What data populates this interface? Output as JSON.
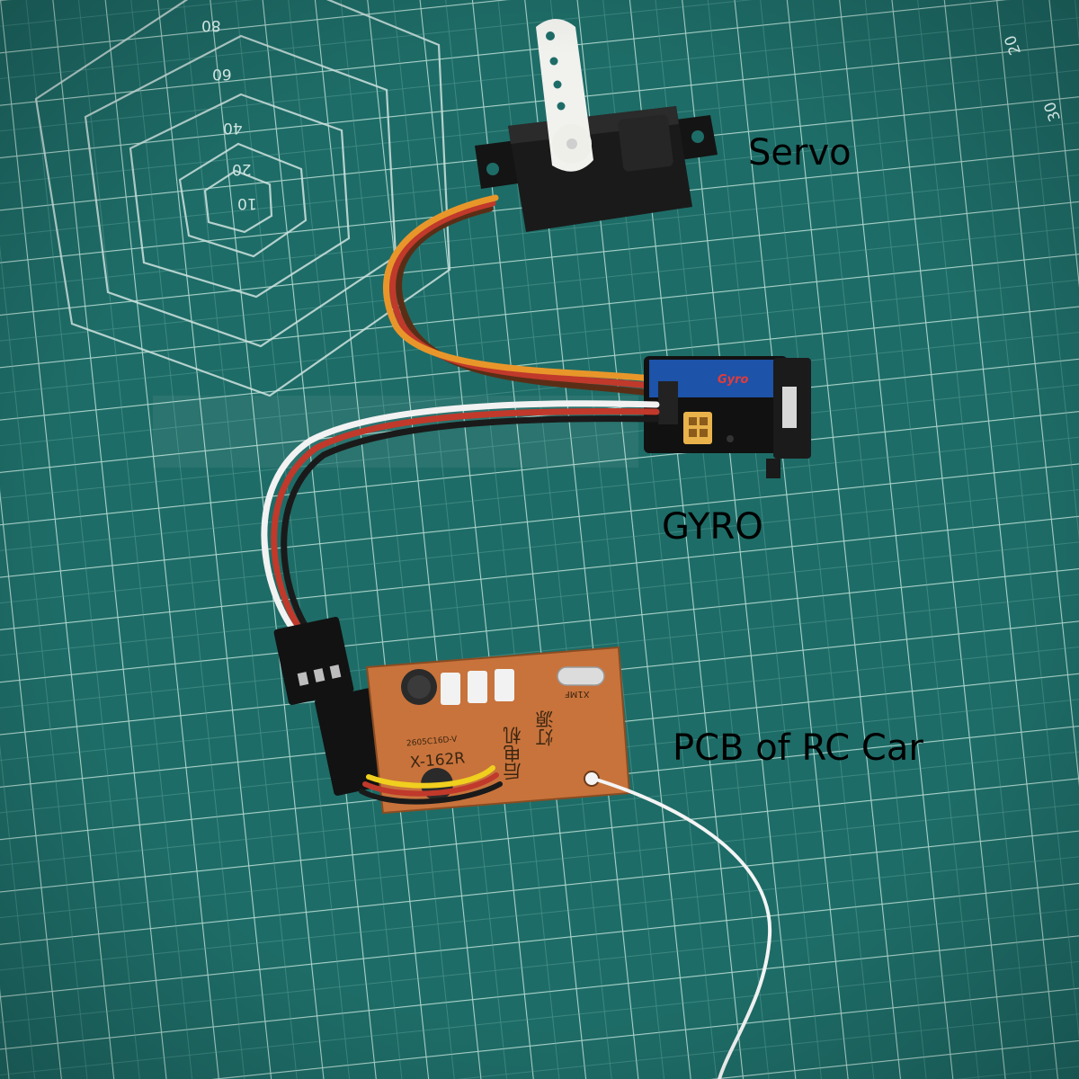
{
  "labels": {
    "servo": "Servo",
    "gyro": "GYRO",
    "pcb": "PCB of RC Car"
  },
  "mat": {
    "ring_numbers": [
      "80",
      "60",
      "40",
      "20",
      "10"
    ],
    "edge_numbers": [
      "20",
      "30"
    ]
  },
  "pcb": {
    "model": "X-162R",
    "small_print": "2605C16D-V",
    "chinese_text_1": "后电机",
    "chinese_text_2": "灯源",
    "component": "X1MF"
  },
  "gyro": {
    "logo": "Gyro"
  },
  "colors": {
    "mat_green": "#1e6c67",
    "grid_line": "#a9d3cb",
    "pcb_board": "#c8733c",
    "servo_body": "#151515",
    "gyro_label": "#1d53a8",
    "wire_orange": "#e8962a",
    "wire_red": "#c0392b",
    "wire_brown": "#5a2e16",
    "antenna_white": "#f4f4f4"
  }
}
